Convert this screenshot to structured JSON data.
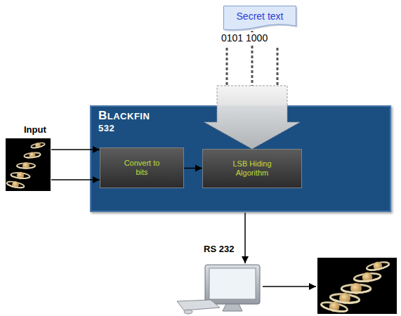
{
  "diagram": {
    "nodes": [
      {
        "text": [
          "Secret text"
        ]
      },
      {
        "text": [
          "BLACKFIN 532"
        ]
      },
      {
        "text": [
          "Convert to bits"
        ],
        "in": 1
      },
      {
        "text": [
          "LSB Hiding Algorithm"
        ],
        "in": 1
      }
    ],
    "edges": [
      {
        "from": 0,
        "to": 3,
        "arrow": "to"
      },
      {
        "from": 2,
        "to": 3,
        "arrow": "to"
      }
    ],
    "labels": [
      "0101 1000",
      "Input",
      "RS 232"
    ]
  }
}
